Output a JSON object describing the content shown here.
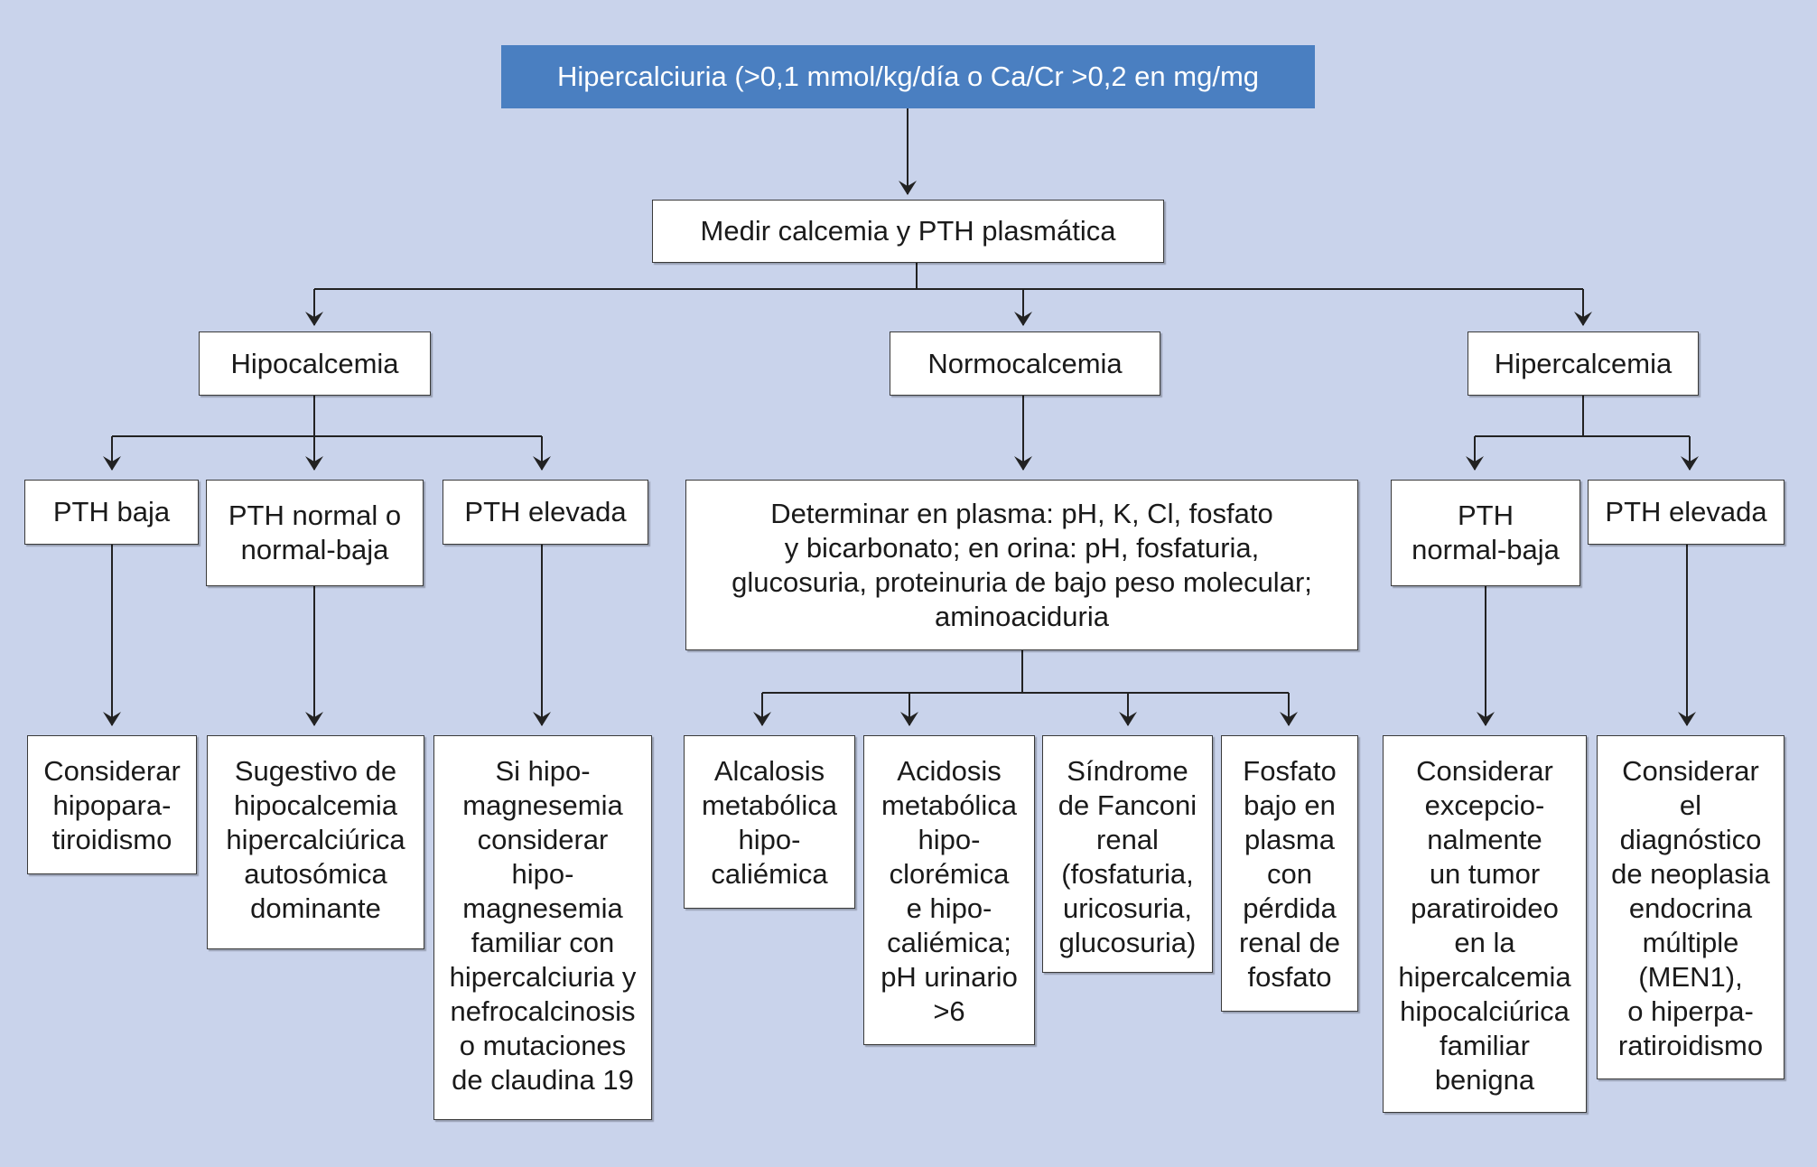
{
  "root": "Hipercalciuria (>0,1 mmol/kg/día o Ca/Cr >0,2 en mg/mg",
  "measure": "Medir calcemia y PTH plasmática",
  "levels": {
    "hypo": "Hipocalcemia",
    "normo": "Normocalcemia",
    "hyper": "Hipercalcemia"
  },
  "hypo_branch": {
    "pth_low": "PTH baja",
    "pth_normal": "PTH normal o\nnormal-baja",
    "pth_high": "PTH elevada",
    "outcome_low": "Considerar\nhipopara-\ntiroidismo",
    "outcome_normal": "Sugestivo de\nhipocalcemia\nhipercalciúrica\nautosómica\ndominante",
    "outcome_high": "Si hipo-\nmagnesemia\nconsiderar\nhipo-\nmagnesemia\nfamiliar con\nhipercalciuria y\nnefrocalcinosis\no mutaciones\nde claudina 19"
  },
  "normo_branch": {
    "determine": "Determinar en plasma: pH, K, Cl, fosfato\ny bicarbonato; en orina: pH, fosfaturia,\nglucosuria, proteinuria de bajo peso molecular;\naminoaciduria",
    "outcome_1": "Alcalosis\nmetabólica\nhipo-\ncaliémica",
    "outcome_2": "Acidosis\nmetabólica\nhipo-\nclorémica\ne hipo-\ncaliémica;\npH urinario\n>6",
    "outcome_3": "Síndrome\nde Fanconi\nrenal\n(fosfaturia,\nuricosuria,\nglucosuria)",
    "outcome_4": "Fosfato\nbajo en\nplasma\ncon\npérdida\nrenal de\nfosfato"
  },
  "hyper_branch": {
    "pth_normal_low": "PTH\nnormal-baja",
    "pth_high": "PTH elevada",
    "outcome_normal_low": "Considerar\nexcepcio-\nnalmente\nun tumor\nparatiroideo\nen la\nhipercalcemia\nhipocalciúrica\nfamiliar\nbenigna",
    "outcome_high": "Considerar\nel\ndiagnóstico\nde neoplasia\nendocrina\nmúltiple\n(MEN1),\no hiperpa-\nratiroidismo"
  }
}
